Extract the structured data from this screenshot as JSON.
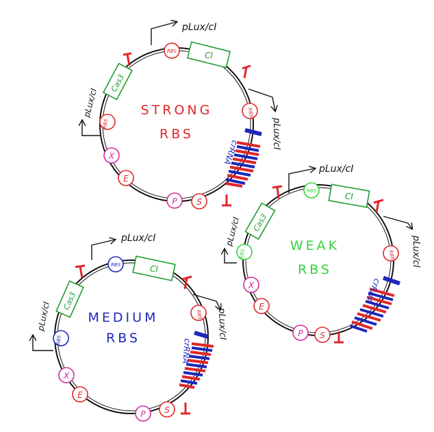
{
  "colors": {
    "red": "#e0262a",
    "green": "#1f9e2f",
    "bright_green": "#35d13a",
    "blue": "#1d28b8",
    "magenta": "#d02a9c",
    "black": "#111111"
  },
  "labels": {
    "promoter": "pLux/cI",
    "rbs": "RBS",
    "ci_gene": "CI",
    "cas3_gene": "Cas3",
    "crna": "crRNA",
    "x_site": "X",
    "e_site": "E",
    "p_site": "P",
    "s_site": "S"
  },
  "plasmids": [
    {
      "id": "strong",
      "title_line1": "STRONG",
      "title_line2": "RBS",
      "rbs_color": "red",
      "title_color": "red"
    },
    {
      "id": "weak",
      "title_line1": "WEAK",
      "title_line2": "RBS",
      "rbs_color": "bright_green",
      "title_color": "bright_green"
    },
    {
      "id": "medium",
      "title_line1": "MEDIUM",
      "title_line2": "RBS",
      "rbs_color": "blue",
      "title_color": "blue"
    }
  ]
}
